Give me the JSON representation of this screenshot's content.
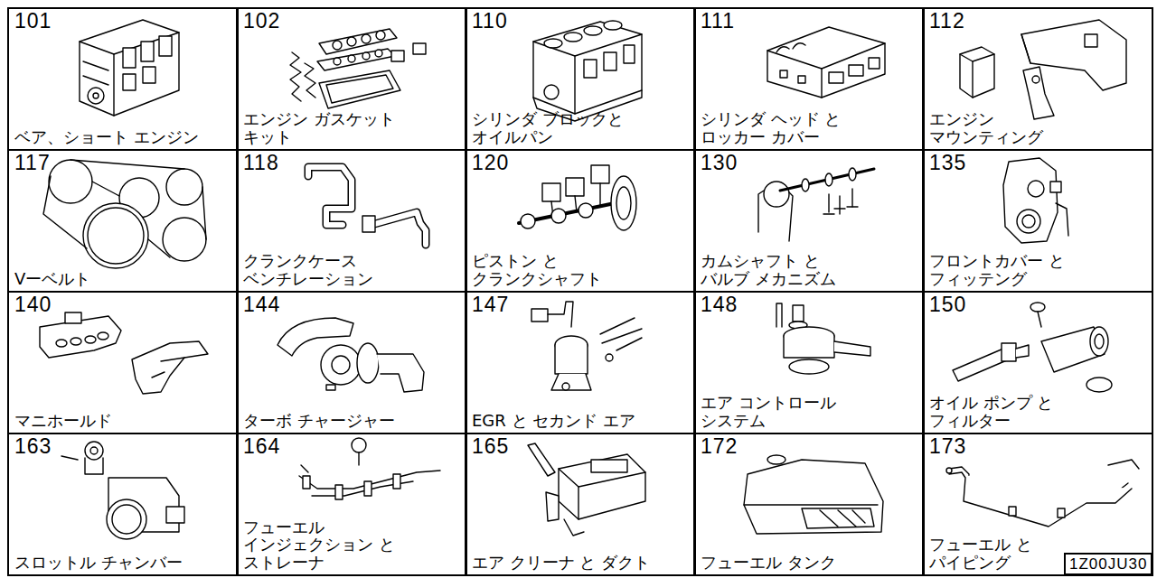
{
  "diagram": {
    "nodes": [
      {
        "text": [
          "101",
          "ベア、ショート エンジン"
        ]
      },
      {
        "text": [
          "102",
          "エンジン ガスケット キット"
        ]
      },
      {
        "text": [
          "110",
          "シリンダ ブロックと オイルパン"
        ]
      },
      {
        "text": [
          "111",
          "シリンダ ヘッド と ロッカー カバー"
        ]
      },
      {
        "text": [
          "112",
          "エンジン マウンティング"
        ]
      },
      {
        "text": [
          "117",
          "Vーベルト"
        ]
      },
      {
        "text": [
          "118",
          "クランクケース ベンチレーション"
        ]
      },
      {
        "text": [
          "120",
          "ピストン と クランクシャフト"
        ]
      },
      {
        "text": [
          "130",
          "カムシャフト と バルブ メカニズム"
        ]
      },
      {
        "text": [
          "135",
          "フロントカバー と フィッテング"
        ]
      },
      {
        "text": [
          "140",
          "マニホールド"
        ]
      },
      {
        "text": [
          "144",
          "ターボ チャージャー"
        ]
      },
      {
        "text": [
          "147",
          "EGR と セカンド エア"
        ]
      },
      {
        "text": [
          "148",
          "エア コントロール システム"
        ]
      },
      {
        "text": [
          "150",
          "オイル ポンプ と フィルター"
        ]
      },
      {
        "text": [
          "163",
          "スロットル チャンバー"
        ]
      },
      {
        "text": [
          "164",
          "フューエル インジェクション と ストレーナ"
        ]
      },
      {
        "text": [
          "165",
          "エア クリーナ と ダクト"
        ]
      },
      {
        "text": [
          "172",
          "フューエル タンク"
        ]
      },
      {
        "text": [
          "173",
          "フューエル と パイピング"
        ]
      },
      {
        "text": [
          "1Z00JU30"
        ]
      }
    ]
  }
}
